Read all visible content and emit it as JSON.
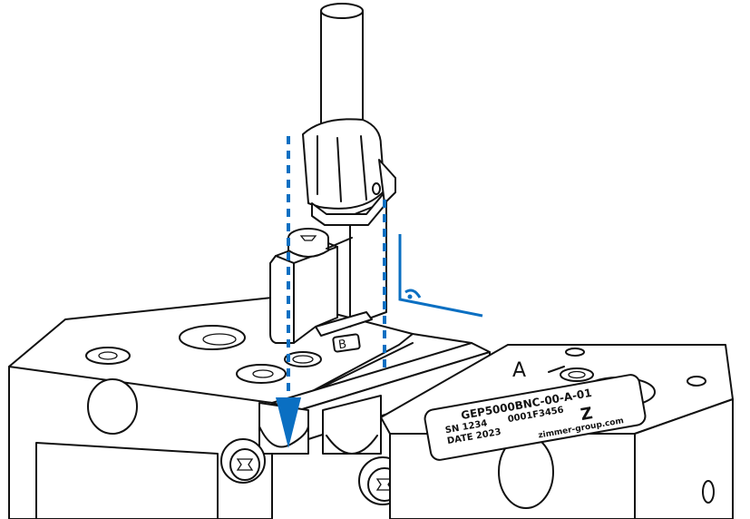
{
  "figure": {
    "plate_text": {
      "line1": "GEP5000BNC-00-A-01",
      "line2": "SN 1234",
      "line3": "0001F3456",
      "line4": "DATE 2023",
      "url": "zimmer-group.com",
      "brand": "Z"
    },
    "marking_right": "A",
    "marking_center": "B"
  },
  "colors": {
    "accent": "#0a6fc2",
    "line": "#111111",
    "background": "#ffffff"
  }
}
